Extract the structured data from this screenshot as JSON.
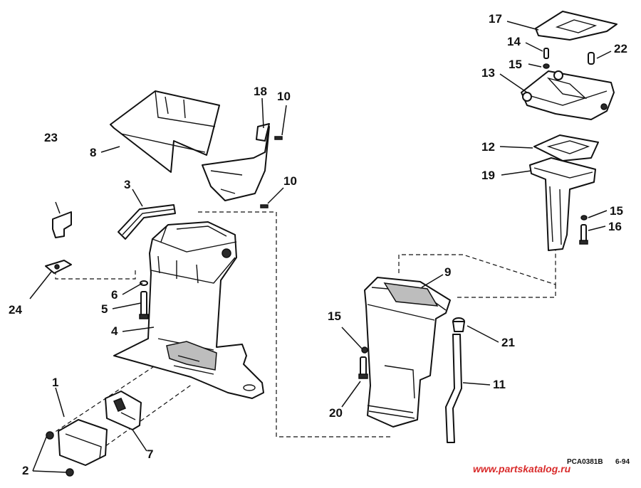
{
  "callouts": {
    "c1": "1",
    "c2": "2",
    "c3": "3",
    "c4": "4",
    "c5": "5",
    "c6": "6",
    "c7": "7",
    "c8": "8",
    "c9": "9",
    "c10a": "10",
    "c10b": "10",
    "c11": "11",
    "c12": "12",
    "c13": "13",
    "c14": "14",
    "c15a": "15",
    "c15b": "15",
    "c15c": "15",
    "c16": "16",
    "c17": "17",
    "c18": "18",
    "c19": "19",
    "c20": "20",
    "c21": "21",
    "c22": "22",
    "c23": "23",
    "c24": "24"
  },
  "footer": {
    "code": "PCA0381B",
    "date": "6-94",
    "watermark": "www.partskatalog.ru"
  }
}
